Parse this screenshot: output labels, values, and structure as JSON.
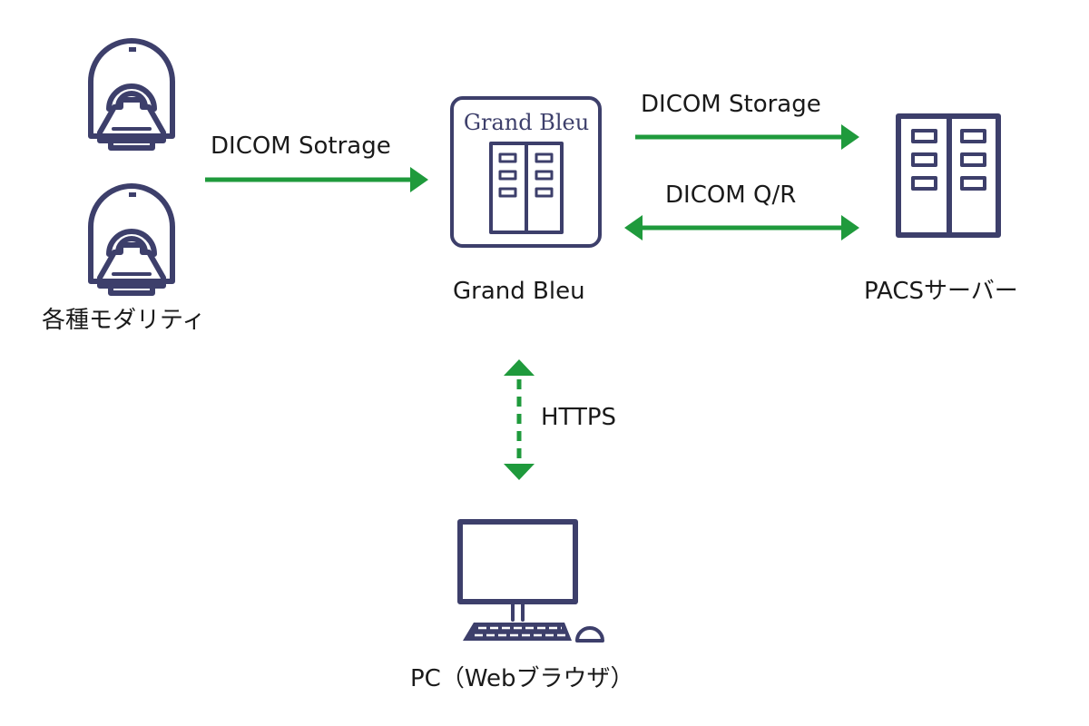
{
  "colors": {
    "icon": "#3d3f6b",
    "arrow": "#1f9a3c",
    "text": "#1a1a1a"
  },
  "nodes": {
    "modality": {
      "label": "各種モダリティ",
      "icon": "ct-scanner-icon"
    },
    "grand_bleu": {
      "label": "Grand Bleu",
      "logo_text": "Grand Bleu",
      "icon": "server-icon"
    },
    "pacs": {
      "label": "PACSサーバー",
      "icon": "server-icon"
    },
    "pc": {
      "label": "PC（Webブラウザ）",
      "icon": "desktop-pc-icon"
    }
  },
  "edges": {
    "modality_to_gb": {
      "label": "DICOM Sotrage",
      "style": "solid",
      "direction": "one-way"
    },
    "gb_to_pacs_storage": {
      "label": "DICOM Storage",
      "style": "solid",
      "direction": "one-way"
    },
    "gb_pacs_qr": {
      "label": "DICOM Q/R",
      "style": "solid",
      "direction": "two-way"
    },
    "gb_pc_https": {
      "label": "HTTPS",
      "style": "dashed",
      "direction": "two-way"
    }
  }
}
